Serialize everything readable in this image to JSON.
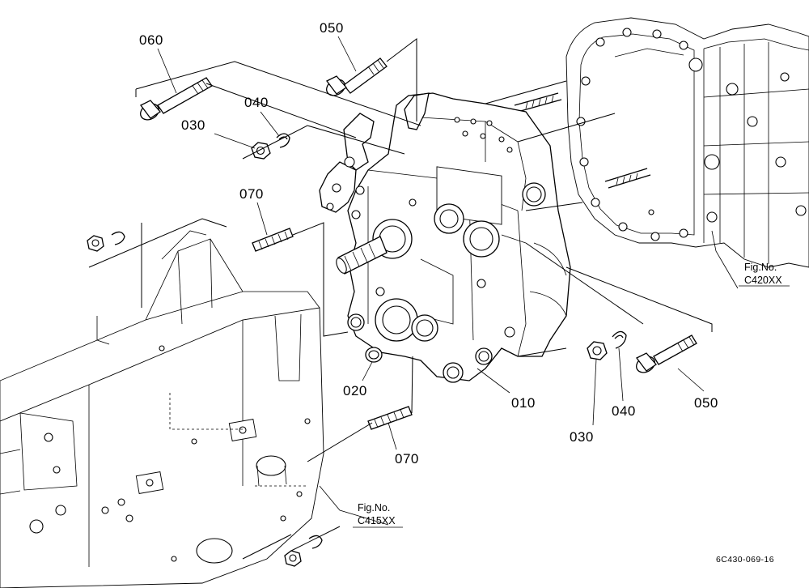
{
  "parts": {
    "p060": "060",
    "p050a": "050",
    "p040a": "040",
    "p030a": "030",
    "p070a": "070",
    "p020": "020",
    "p010": "010",
    "p070b": "070",
    "p030b": "030",
    "p040b": "040",
    "p050b": "050"
  },
  "refs": {
    "fig_a_label": "Fig.No.",
    "fig_a_code": "C420XX",
    "fig_b_label": "Fig.No.",
    "fig_b_code": "C415XX"
  },
  "drawing_code": "6C430-069-16"
}
